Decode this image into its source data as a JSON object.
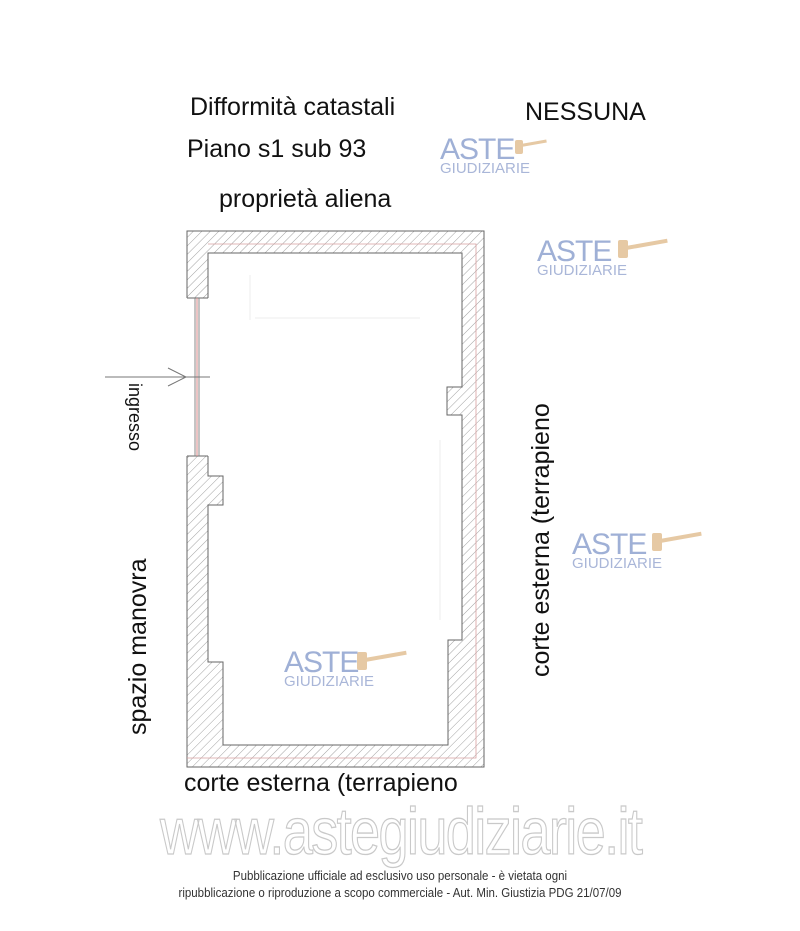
{
  "header": {
    "title": "Difformità catastali",
    "subtitle": "Piano s1 sub 93",
    "status": "NESSUNA"
  },
  "plan_labels": {
    "top": "proprietà aliena",
    "entrance": "ingresso",
    "left": "spazio manovra",
    "right": "corte esterna (terrapieno",
    "bottom": "corte esterna (terrapieno"
  },
  "watermark": {
    "brand_line1": "ASTE",
    "brand_line2": "GIUDIZIARIE",
    "site": "www.astegiudiziarie.it"
  },
  "footer": {
    "line1": "Pubblicazione ufficiale ad esclusivo uso personale - è vietata ogni",
    "line2": "ripubblicazione o riproduzione a scopo commerciale - Aut. Min. Giustizia PDG 21/07/09"
  },
  "colors": {
    "wall_stroke": "#666666",
    "door_line": "#d98a8a",
    "watermark_blue": "#9fb0d6"
  }
}
